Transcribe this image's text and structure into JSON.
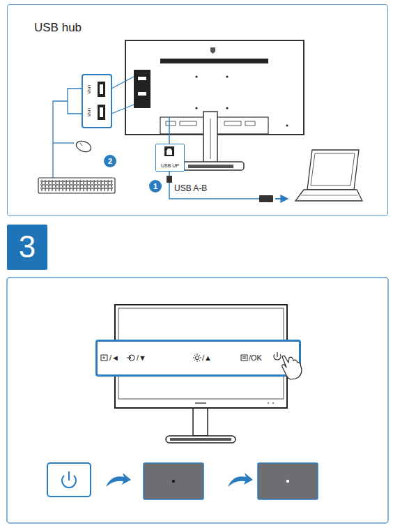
{
  "diagram": {
    "nodes": [
      {
        "text": [
          "USB hub"
        ]
      },
      {
        "text": [
          "USB UP"
        ],
        "in": 0
      },
      {
        "text": [
          "1"
        ],
        "in": 0
      },
      {
        "text": [
          "2"
        ],
        "in": 0
      },
      {
        "text": [
          "3"
        ]
      },
      {
        "text": [
          "/◄",
          "/▼",
          "/▲",
          "/OK"
        ]
      }
    ],
    "labels": [
      "USB",
      "USB",
      "USB A-B"
    ]
  }
}
